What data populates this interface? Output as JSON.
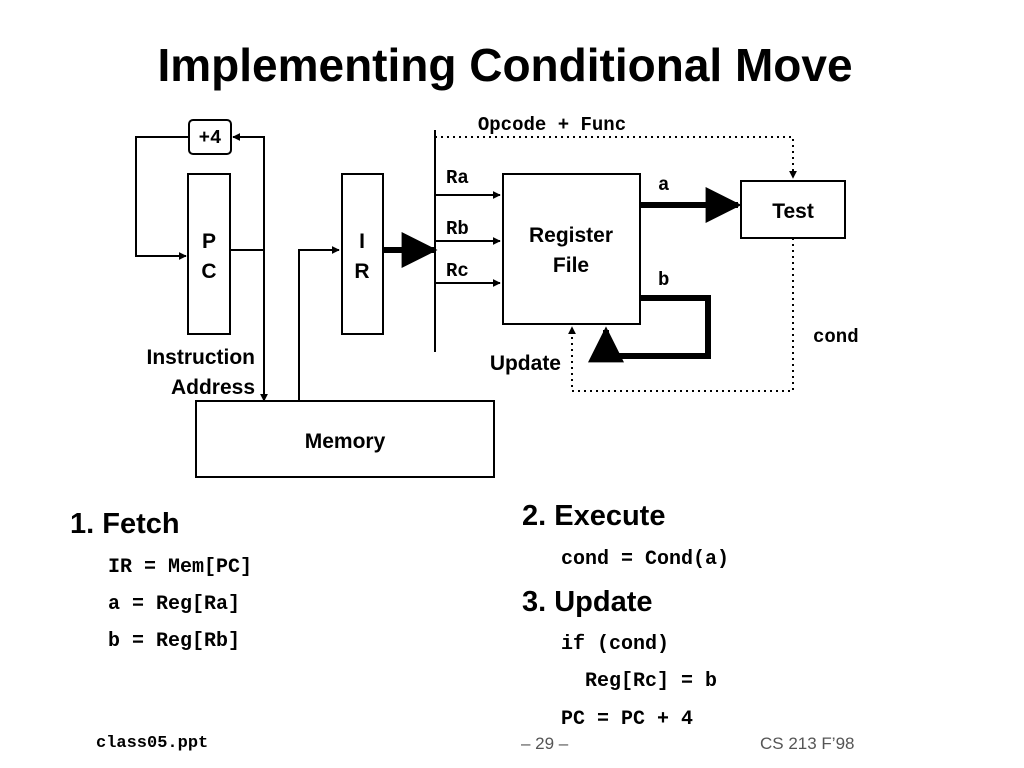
{
  "slide": {
    "title": "Implementing Conditional Move"
  },
  "diagram": {
    "plus4": "+4",
    "pc_line1": "P",
    "pc_line2": "C",
    "ir_line1": "I",
    "ir_line2": "R",
    "instr_addr_line1": "Instruction",
    "instr_addr_line2": "Address",
    "memory": "Memory",
    "opcode_func": "Opcode + Func",
    "ra": "Ra",
    "rb": "Rb",
    "rc": "Rc",
    "regfile_line1": "Register",
    "regfile_line2": "File",
    "a": "a",
    "b": "b",
    "test": "Test",
    "cond": "cond",
    "update": "Update"
  },
  "steps": {
    "fetch": {
      "heading": "1. Fetch",
      "lines": [
        "IR = Mem[PC]",
        "a = Reg[Ra]",
        "b = Reg[Rb]"
      ]
    },
    "execute": {
      "heading": "2. Execute",
      "lines": [
        "cond = Cond(a)"
      ]
    },
    "update": {
      "heading": "3. Update",
      "lines": [
        "if (cond)",
        "  Reg[Rc] = b",
        "PC = PC + 4"
      ]
    }
  },
  "footer": {
    "file": "class05.ppt",
    "page": "– 29 –",
    "course": "CS 213 F’98"
  }
}
